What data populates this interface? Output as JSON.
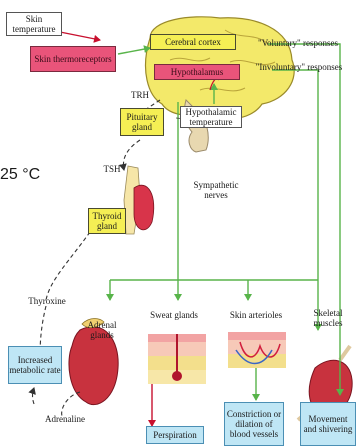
{
  "labels": {
    "skin_temperature": "Skin temperature",
    "skin_thermoreceptors": "Skin thermoreceptors",
    "cerebral_cortex": "Cerebral cortex",
    "hypothalamus": "Hypothalamus",
    "voluntary_responses": "\"Voluntary\" responses",
    "involuntary_responses": "\"Involuntary\" responses",
    "trh": "TRH",
    "pituitary_gland": "Pituitary gland",
    "hypothalamic_temperature": "Hypothalamic temperature",
    "tsh": "TSH",
    "temperature_readout": "25 °C",
    "sympathetic_nerves": "Sympathetic nerves",
    "thyroid_gland": "Thyroid gland",
    "thyroxine": "Thyroxine",
    "adrenal_glands": "Adrenal glands",
    "sweat_glands": "Sweat glands",
    "skin_arterioles": "Skin arterioles",
    "skeletal_muscles": "Skeletal muscles",
    "increased_metabolic_rate": "Increased metabolic rate",
    "adrenaline": "Adrenaline",
    "perspiration": "Perspiration",
    "constriction": "Constriction or dilation of blood vessels",
    "movement": "Movement and shivering"
  },
  "colors": {
    "arrow_green": "#58b44a",
    "arrow_red": "#c8102e",
    "brain_yellow": "#f3e96a",
    "box_yellow": "#f5ef54",
    "box_blue": "#bfe6f5",
    "box_pink": "#e9547a"
  }
}
